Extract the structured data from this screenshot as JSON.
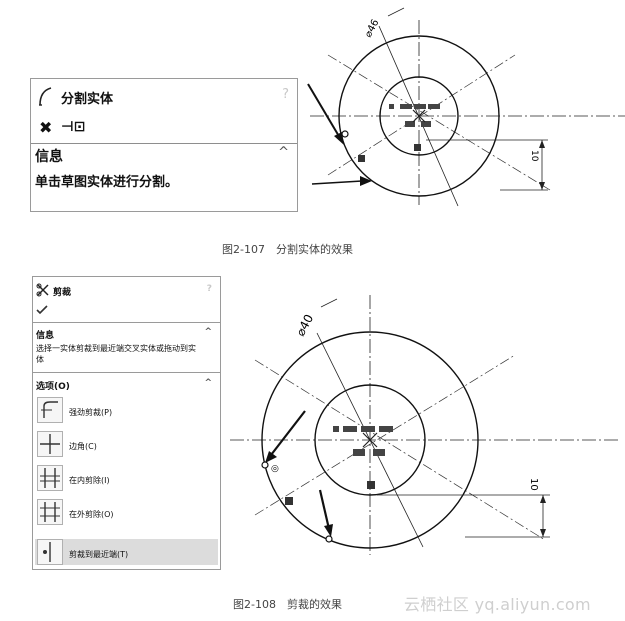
{
  "figure1": {
    "panel": {
      "title": "分割实体",
      "help": "?",
      "confirm_icon": "cross-icon",
      "pin_icon": "pushpin-icon",
      "section_title": "信息",
      "section_chevron": "^",
      "info_text": "单击草图实体进行分割。"
    },
    "drawing": {
      "diameter_label": "⌀46",
      "dimension_label": "10"
    },
    "caption": "图2-107　分割实体的效果"
  },
  "figure2": {
    "panel": {
      "title": "剪裁",
      "help": "?",
      "confirm_icon": "check-icon",
      "info_title": "信息",
      "info_chevron": "^",
      "info_text_1": "选择一实体剪裁到最近端交叉实体或拖动到实",
      "info_text_2": "体",
      "options_title": "选项(O)",
      "options_chevron": "^",
      "options": [
        {
          "label": "强劲剪裁(P)",
          "icon": "power-trim-icon"
        },
        {
          "label": "边角(C)",
          "icon": "corner-trim-icon"
        },
        {
          "label": "在内剪除(I)",
          "icon": "trim-away-inside-icon"
        },
        {
          "label": "在外剪除(O)",
          "icon": "trim-away-outside-icon"
        },
        {
          "label": "剪裁到最近端(T)",
          "icon": "trim-to-closest-icon",
          "selected": true
        }
      ]
    },
    "drawing": {
      "diameter_label": "⌀40",
      "dimension_label": "10"
    },
    "caption": "图2-108　剪裁的效果"
  },
  "watermark": "云栖社区 yq.aliyun.com"
}
